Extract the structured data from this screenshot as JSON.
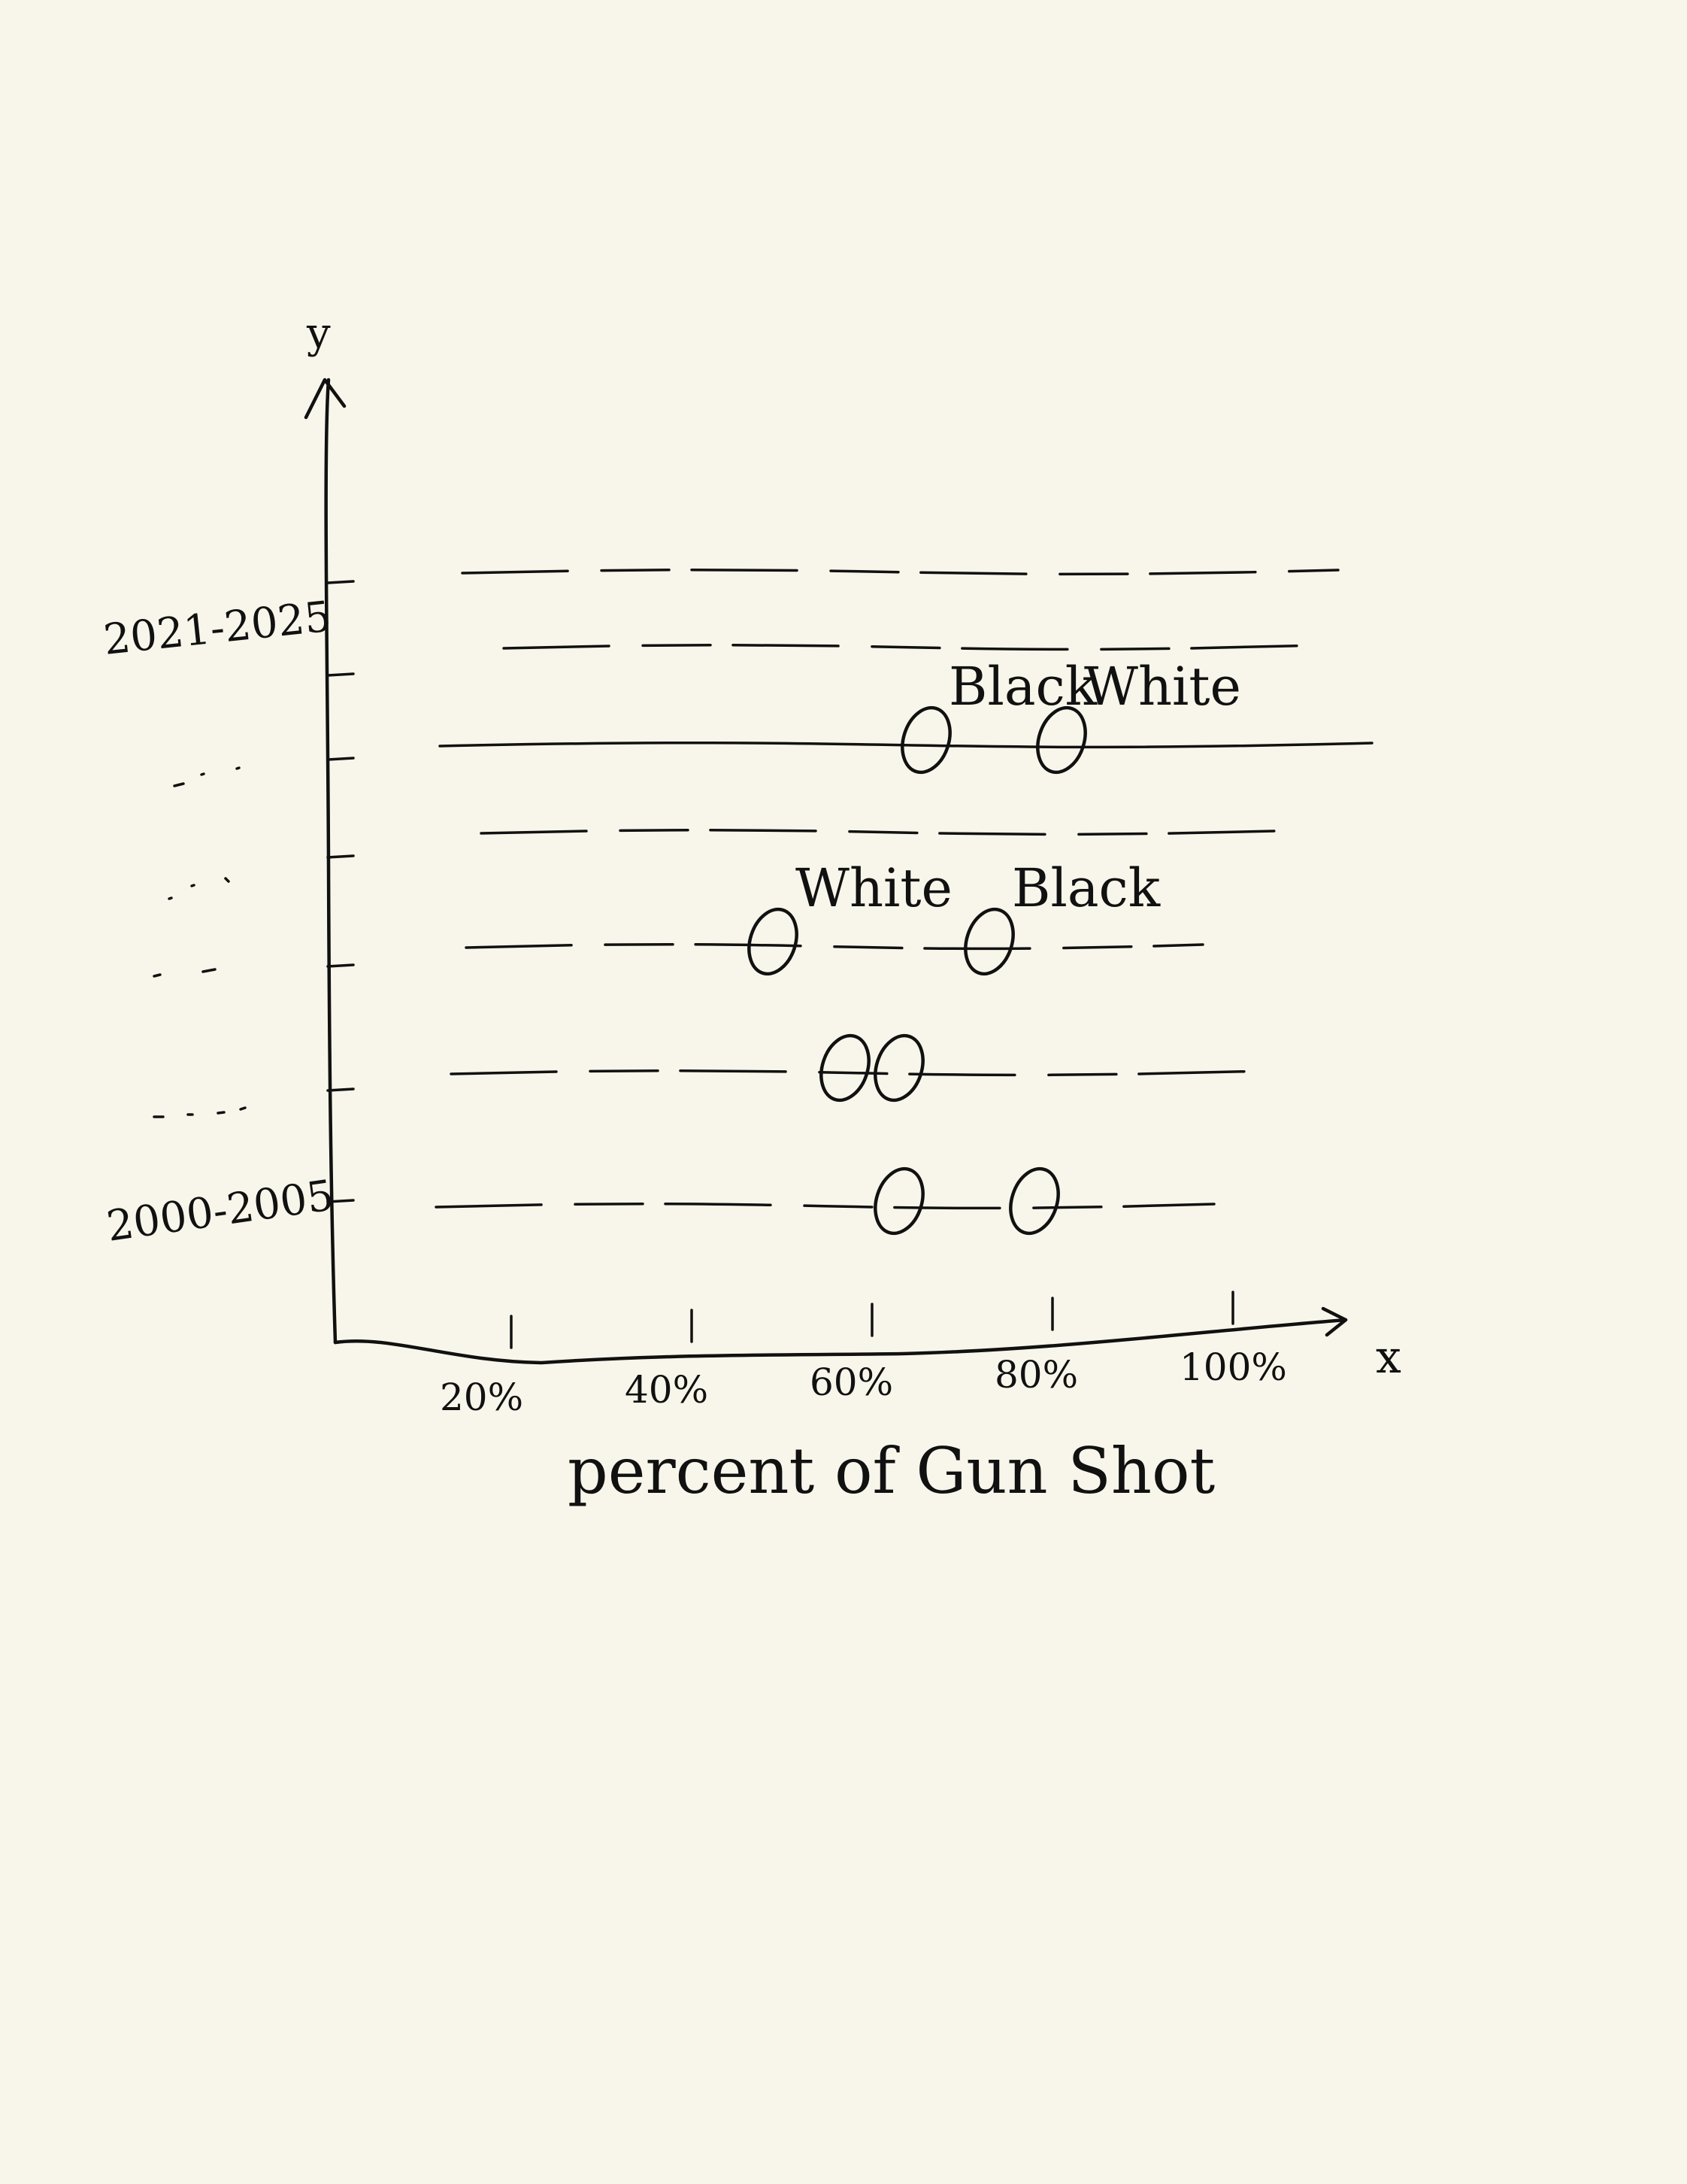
{
  "chart_data": {
    "type": "scatter",
    "title": "",
    "xlabel": "percent of Gun Shot",
    "ylabel": "y",
    "x_axis_symbol": "x",
    "x_ticks": [
      "20%",
      "40%",
      "60%",
      "80%",
      "100%"
    ],
    "y_tick_labels": {
      "top": "2021-2025",
      "bottom": "2000-2005"
    },
    "row_count": 7,
    "rows": [
      {
        "row": 1,
        "label": "2000-2005",
        "points": [
          {
            "x": 63
          },
          {
            "x": 78
          }
        ]
      },
      {
        "row": 2,
        "label": "",
        "points": [
          {
            "x": 57
          },
          {
            "x": 63
          }
        ]
      },
      {
        "row": 3,
        "label": "",
        "points": [
          {
            "x": 49,
            "annotation": "White"
          },
          {
            "x": 73,
            "annotation": "Black"
          }
        ]
      },
      {
        "row": 4,
        "label": "",
        "points": []
      },
      {
        "row": 5,
        "label": "",
        "points": [
          {
            "x": 66,
            "annotation": "Black"
          },
          {
            "x": 81,
            "annotation": "White"
          }
        ]
      },
      {
        "row": 6,
        "label": "",
        "points": []
      },
      {
        "row": 7,
        "label": "2021-2025",
        "points": []
      }
    ],
    "annotations": [
      "Black",
      "White",
      "White",
      "Black"
    ],
    "grid": "dashed horizontal guide lines"
  },
  "colors": {
    "background": "#f8f6ea",
    "ink": "#111111"
  }
}
